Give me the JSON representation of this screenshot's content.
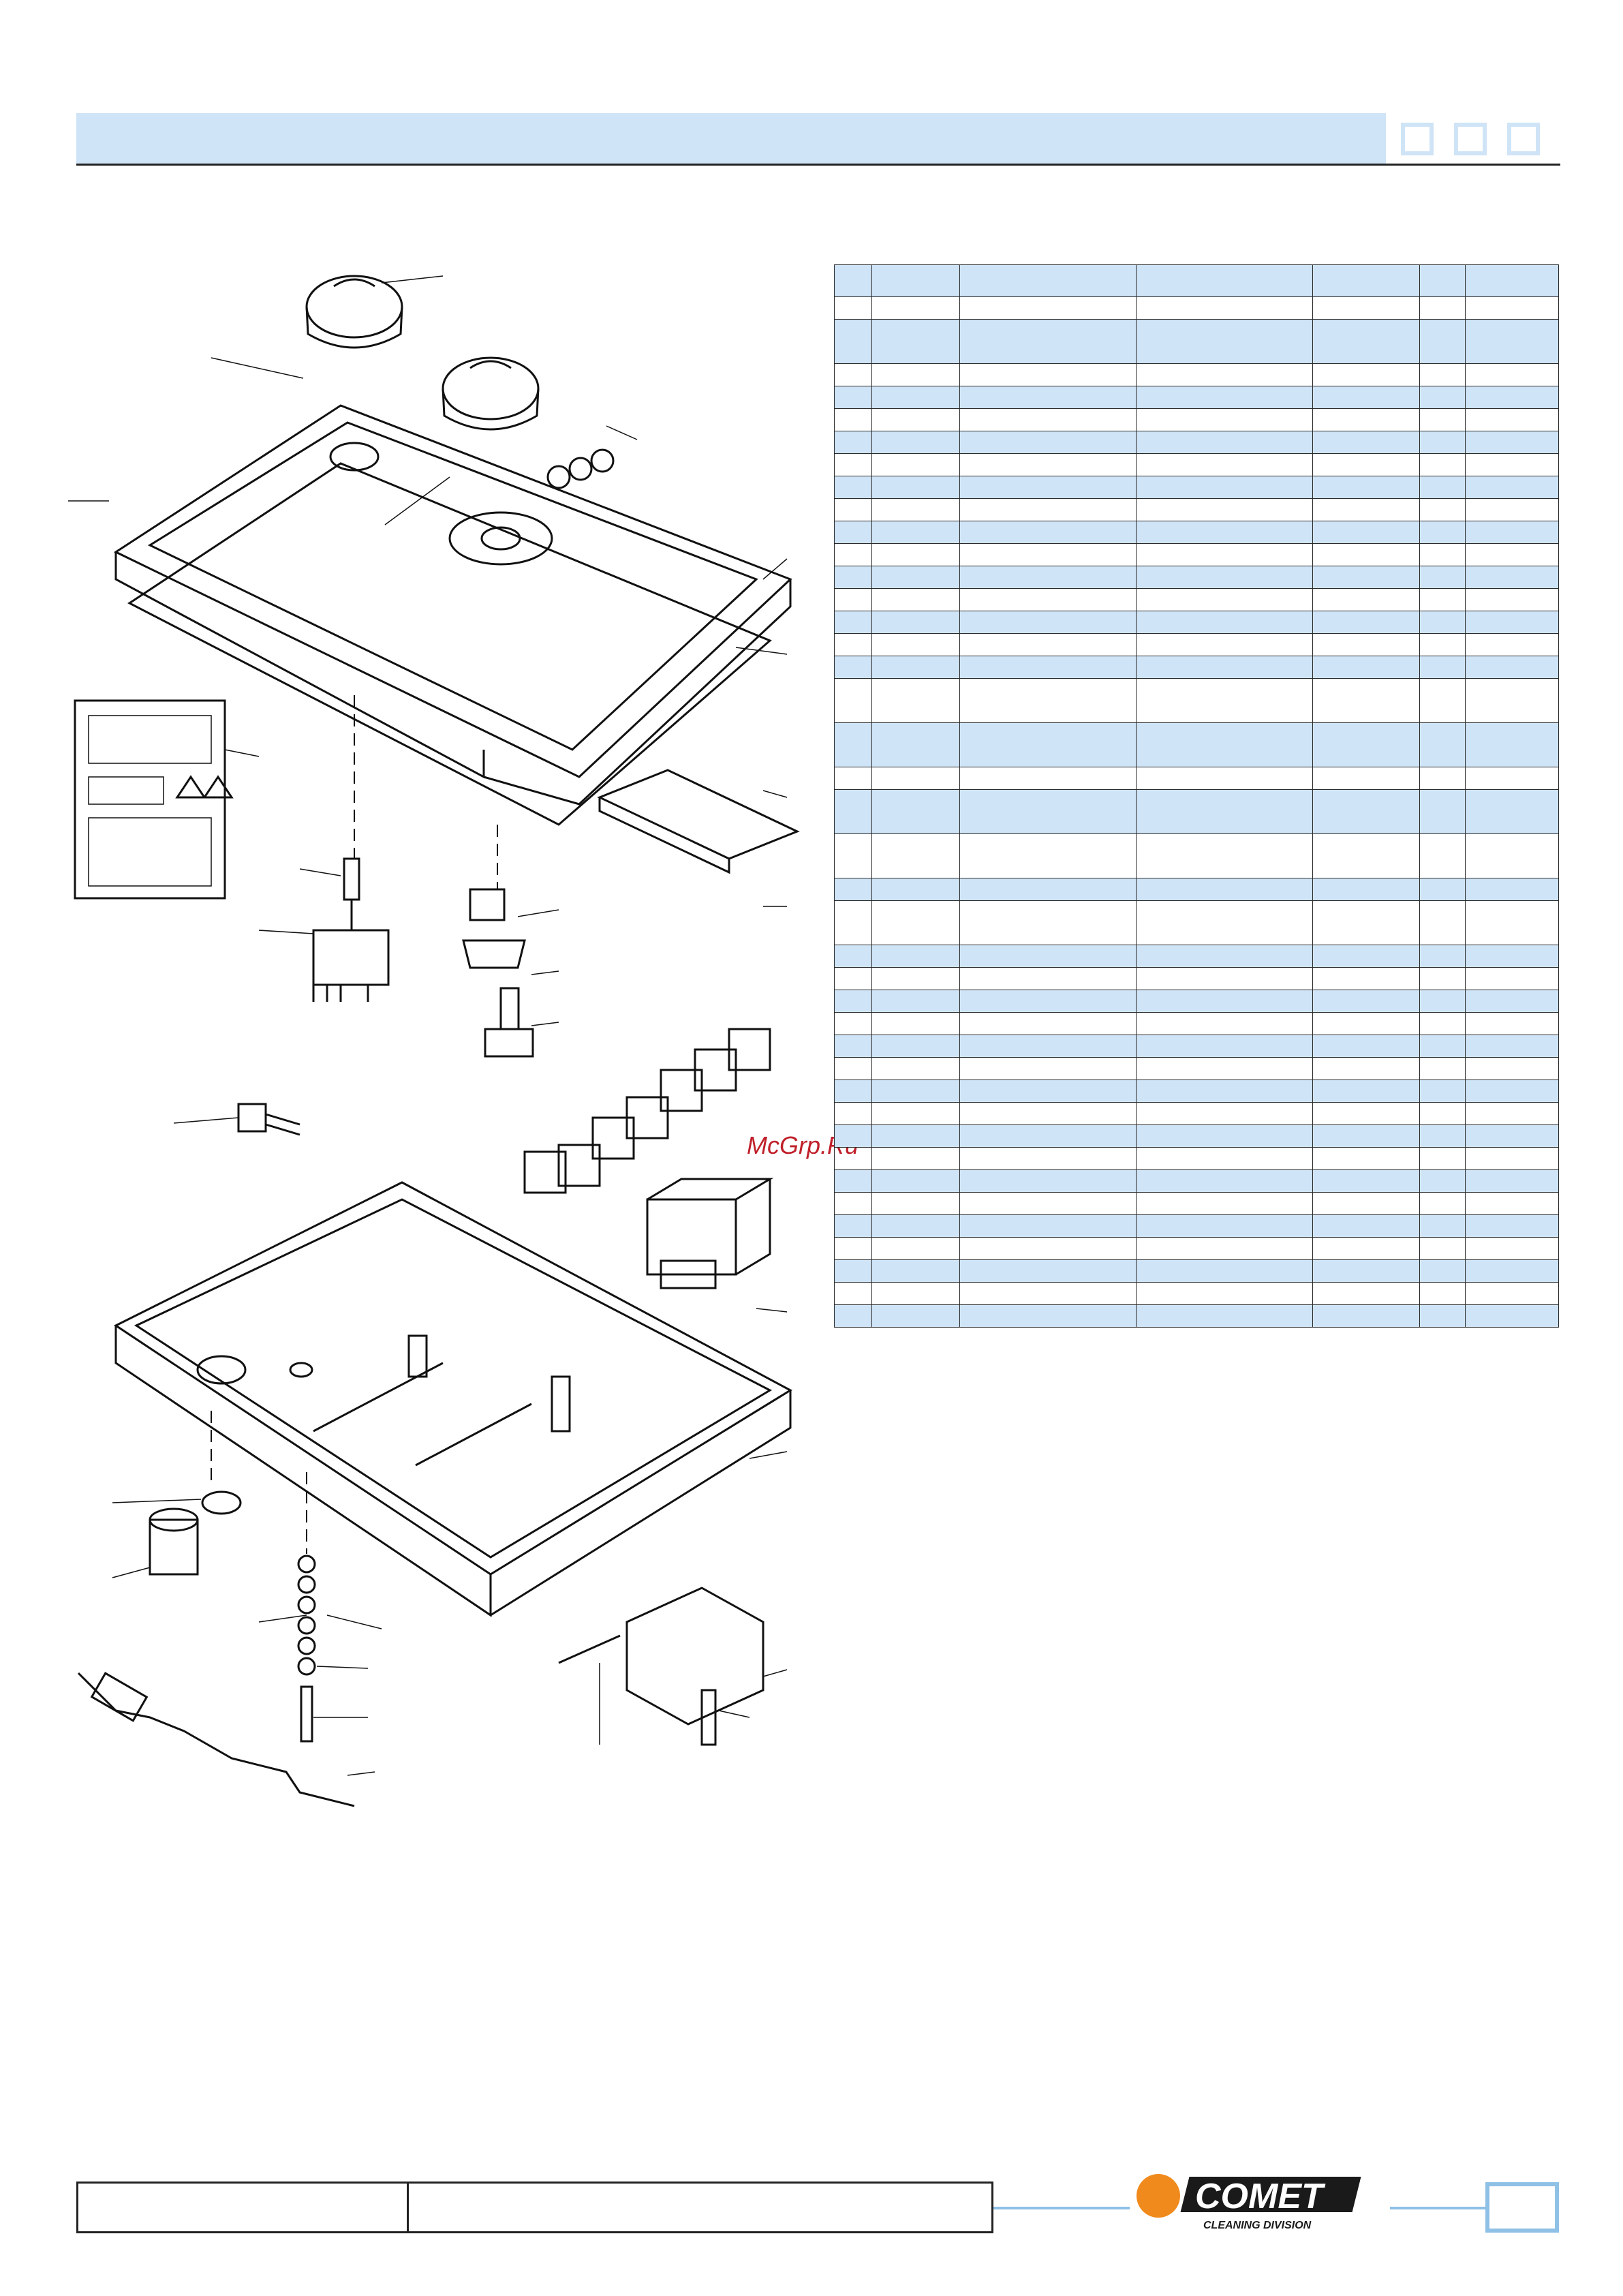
{
  "watermark": "McGrp.Ru",
  "logo": {
    "brand": "COMET",
    "tagline": "CLEANING DIVISION",
    "dot_color": "#f08a1c",
    "text_color": "#1a1a1a"
  },
  "colors": {
    "header_band": "#cfe4f6",
    "row_alt": "#cfe4f6",
    "footer_accent": "#8fc0e6"
  },
  "table": {
    "row_count": 41
  }
}
